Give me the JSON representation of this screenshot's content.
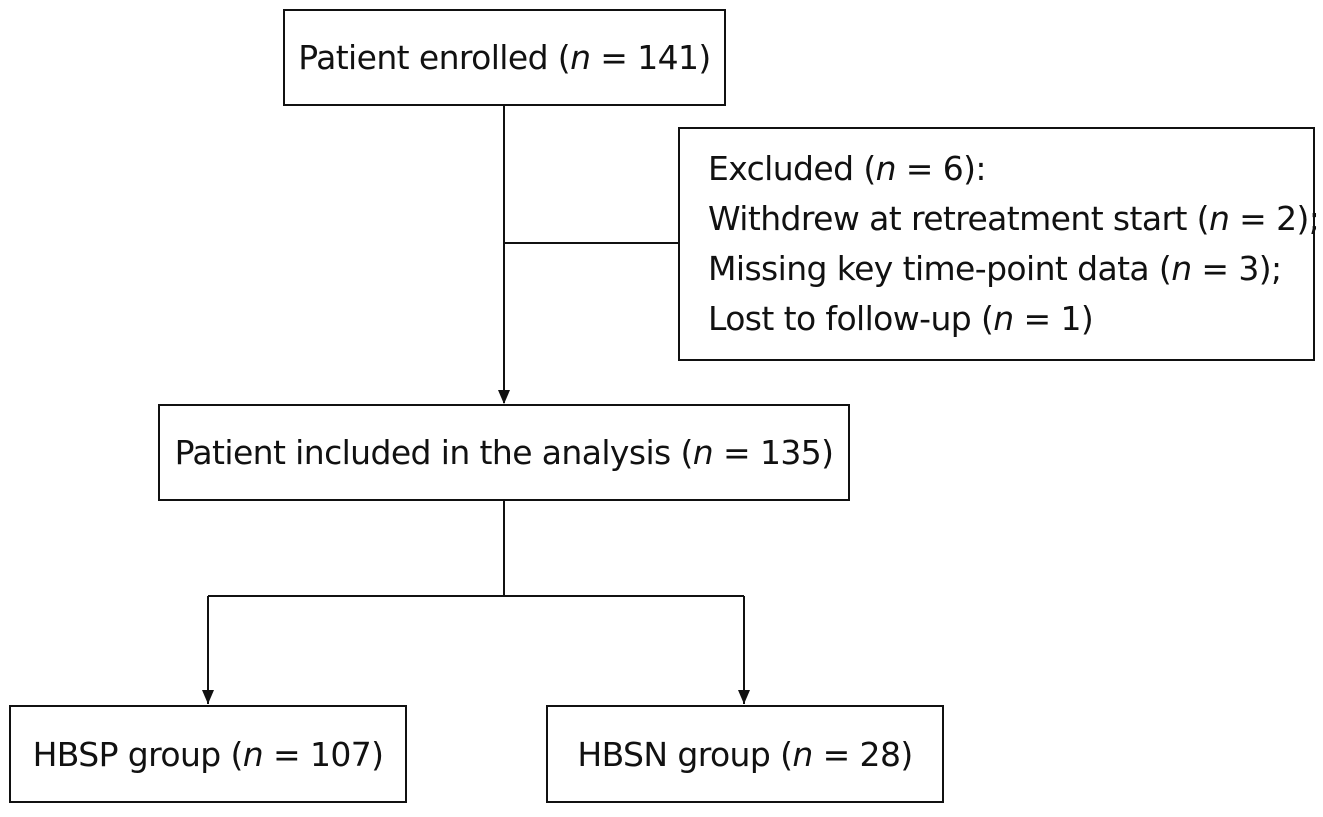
{
  "flowchart": {
    "enrolled": {
      "pre": "Patient enrolled (",
      "n": "n",
      "post": " = 141)"
    },
    "excluded": {
      "line1": {
        "pre": "Excluded (",
        "n": "n",
        "post": " = 6):"
      },
      "line2": {
        "pre": "Withdrew at retreatment start (",
        "n": "n",
        "post": " = 2);"
      },
      "line3": {
        "pre": "Missing key time-point data (",
        "n": "n",
        "post": " = 3);"
      },
      "line4": {
        "pre": "Lost to follow-up (",
        "n": "n",
        "post": " = 1)"
      }
    },
    "included": {
      "pre": "Patient included in the analysis (",
      "n": "n",
      "post": " = 135)"
    },
    "hbsp": {
      "pre": "HBSP group (",
      "n": "n",
      "post": " = 107)"
    },
    "hbsn": {
      "pre": "HBSN group (",
      "n": "n",
      "post": " = 28)"
    }
  },
  "colors": {
    "stroke": "#111111",
    "background": "#ffffff"
  }
}
